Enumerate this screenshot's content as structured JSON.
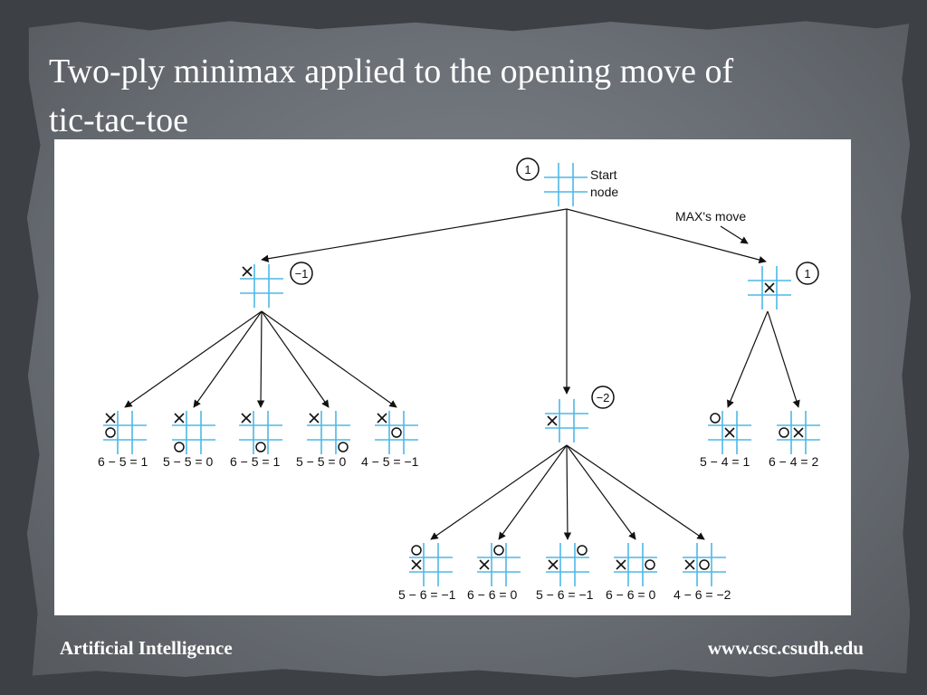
{
  "slide": {
    "title_line1": "Two-ply minimax applied to the opening move of",
    "title_line2": "tic-tac-toe",
    "footer_left": "Artificial Intelligence",
    "footer_right": "www.csc.csudh.edu"
  },
  "colors": {
    "grid_line": "#4db8e8",
    "edge": "#111111",
    "panel": "#ffffff"
  },
  "diagram": {
    "root": {
      "value": "1",
      "label_line1": "Start",
      "label_line2": "node"
    },
    "max_move_label": "MAX's move",
    "level1": [
      {
        "value": "−1"
      },
      {
        "value": "−2"
      },
      {
        "value": "1"
      }
    ],
    "level2_left_labels": [
      "6 − 5 = 1",
      "5 − 5 = 0",
      "6 − 5 = 1",
      "5 − 5 = 0",
      "4 − 5 = −1"
    ],
    "level2_mid_labels": [
      "5 − 6 = −1",
      "6 − 6 = 0",
      "5 − 6 = −1",
      "6 − 6 = 0",
      "4 − 6 = −2"
    ],
    "level2_right_labels": [
      "5 − 4 = 1",
      "6 − 4 = 2"
    ]
  }
}
